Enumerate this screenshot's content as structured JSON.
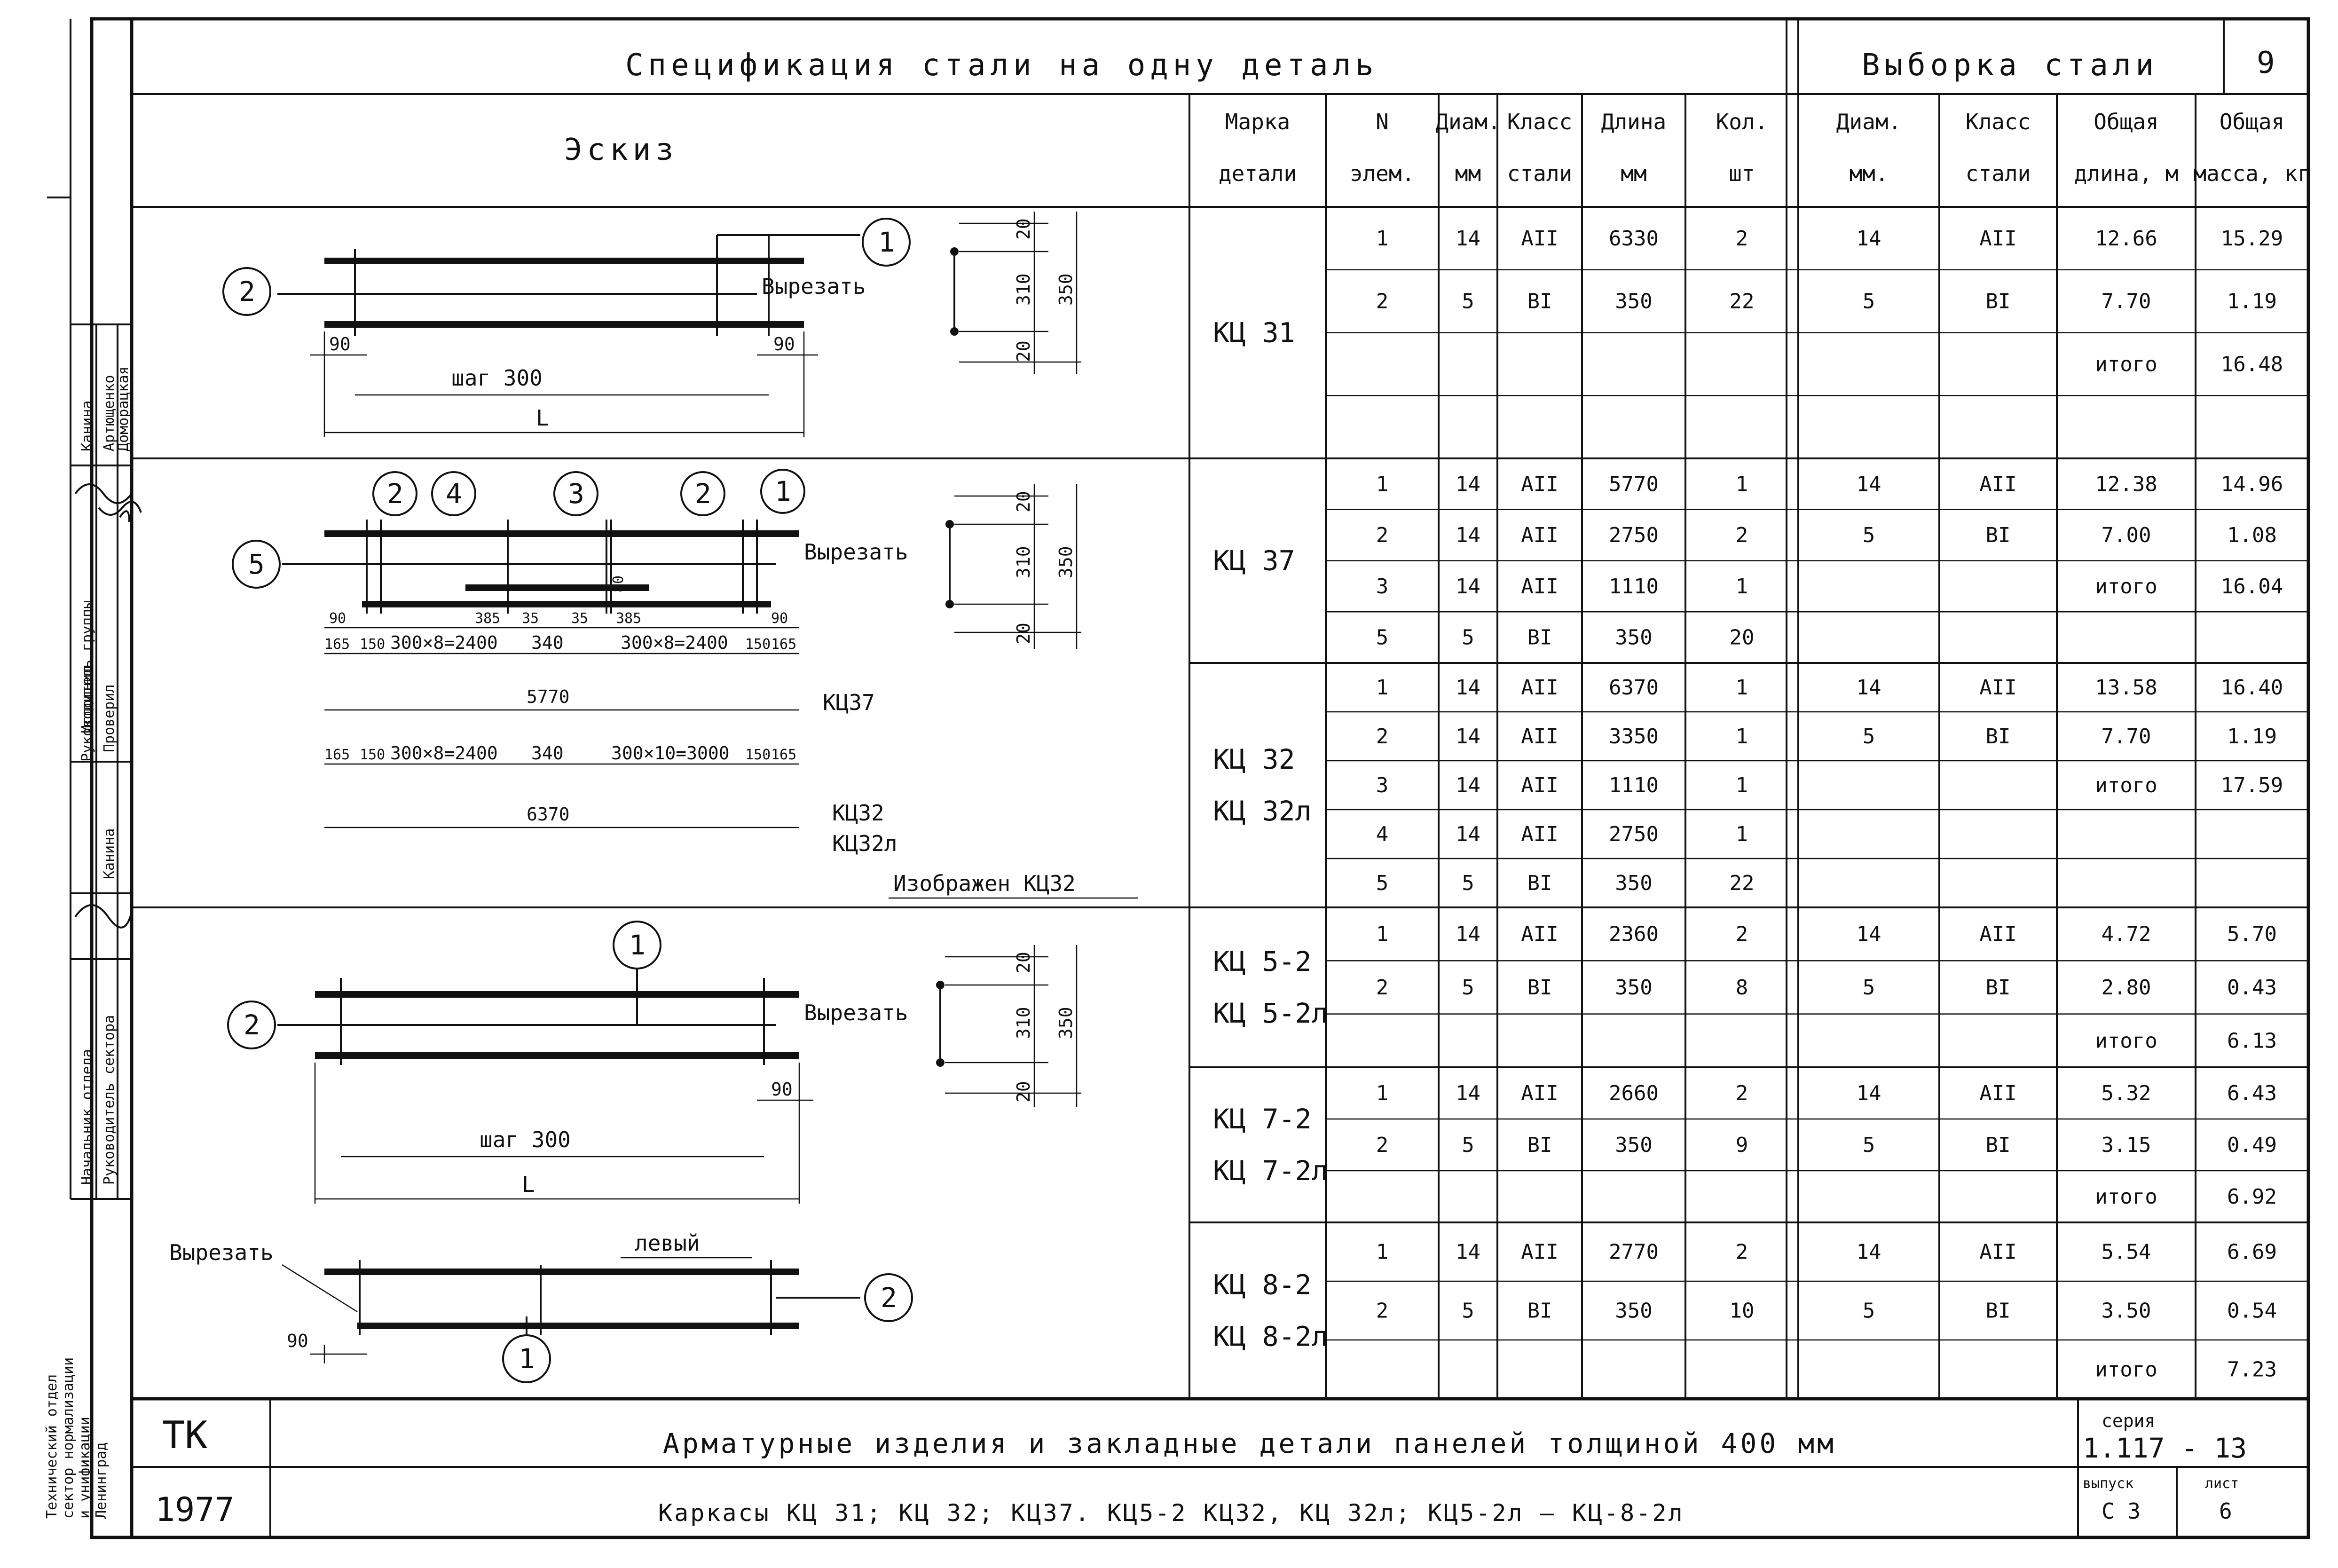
{
  "header": {
    "spec_title": "Спецификация стали на одну деталь",
    "sample_title": "Выборка стали",
    "sheet_corner": "9"
  },
  "table": {
    "sketch_header": "Эскиз",
    "columns": [
      {
        "line1": "Марка",
        "line2": "детали"
      },
      {
        "line1": "N",
        "line2": "элем."
      },
      {
        "line1": "Диам.",
        "line2": "мм"
      },
      {
        "line1": "Класс",
        "line2": "стали"
      },
      {
        "line1": "Длина",
        "line2": "мм"
      },
      {
        "line1": "Кол.",
        "line2": "шт"
      },
      {
        "line1": "Диам.",
        "line2": "мм."
      },
      {
        "line1": "Класс",
        "line2": "стали"
      },
      {
        "line1": "Общая",
        "line2": "длина, м"
      },
      {
        "line1": "Общая",
        "line2": "масса, кг"
      }
    ],
    "groups": [
      {
        "marks": [
          "КЦ 31"
        ],
        "rows": [
          [
            "1",
            "14",
            "AII",
            "6330",
            "2"
          ],
          [
            "2",
            "5",
            "BI",
            "350",
            "22"
          ],
          [
            "",
            "",
            "",
            "",
            ""
          ],
          [
            "",
            "",
            "",
            "",
            ""
          ]
        ],
        "sample": [
          [
            "14",
            "AII",
            "12.66",
            "15.29"
          ],
          [
            "5",
            "BI",
            "7.70",
            "1.19"
          ],
          [
            "",
            "",
            "итого",
            "16.48"
          ],
          [
            "",
            "",
            "",
            ""
          ]
        ]
      },
      {
        "marks": [
          "КЦ 37"
        ],
        "rows": [
          [
            "1",
            "14",
            "AII",
            "5770",
            "1"
          ],
          [
            "2",
            "14",
            "AII",
            "2750",
            "2"
          ],
          [
            "3",
            "14",
            "AII",
            "1110",
            "1"
          ],
          [
            "5",
            "5",
            "BI",
            "350",
            "20"
          ]
        ],
        "sample": [
          [
            "14",
            "AII",
            "12.38",
            "14.96"
          ],
          [
            "5",
            "BI",
            "7.00",
            "1.08"
          ],
          [
            "",
            "",
            "итого",
            "16.04"
          ],
          [
            "",
            "",
            "",
            ""
          ]
        ]
      },
      {
        "marks": [
          "КЦ 32",
          "КЦ 32л"
        ],
        "rows": [
          [
            "1",
            "14",
            "AII",
            "6370",
            "1"
          ],
          [
            "2",
            "14",
            "AII",
            "3350",
            "1"
          ],
          [
            "3",
            "14",
            "AII",
            "1110",
            "1"
          ],
          [
            "4",
            "14",
            "AII",
            "2750",
            "1"
          ],
          [
            "5",
            "5",
            "BI",
            "350",
            "22"
          ]
        ],
        "sample": [
          [
            "14",
            "AII",
            "13.58",
            "16.40"
          ],
          [
            "5",
            "BI",
            "7.70",
            "1.19"
          ],
          [
            "",
            "",
            "итого",
            "17.59"
          ],
          [
            "",
            "",
            "",
            ""
          ],
          [
            "",
            "",
            "",
            ""
          ]
        ]
      },
      {
        "marks": [
          "КЦ 5-2",
          "КЦ 5-2л"
        ],
        "rows": [
          [
            "1",
            "14",
            "AII",
            "2360",
            "2"
          ],
          [
            "2",
            "5",
            "BI",
            "350",
            "8"
          ],
          [
            "",
            "",
            "",
            "",
            ""
          ]
        ],
        "sample": [
          [
            "14",
            "AII",
            "4.72",
            "5.70"
          ],
          [
            "5",
            "BI",
            "2.80",
            "0.43"
          ],
          [
            "",
            "",
            "итого",
            "6.13"
          ]
        ]
      },
      {
        "marks": [
          "КЦ 7-2",
          "КЦ 7-2л"
        ],
        "rows": [
          [
            "1",
            "14",
            "AII",
            "2660",
            "2"
          ],
          [
            "2",
            "5",
            "BI",
            "350",
            "9"
          ],
          [
            "",
            "",
            "",
            "",
            ""
          ]
        ],
        "sample": [
          [
            "14",
            "AII",
            "5.32",
            "6.43"
          ],
          [
            "5",
            "BI",
            "3.15",
            "0.49"
          ],
          [
            "",
            "",
            "итого",
            "6.92"
          ]
        ]
      },
      {
        "marks": [
          "КЦ 8-2",
          "КЦ 8-2л"
        ],
        "rows": [
          [
            "1",
            "14",
            "AII",
            "2770",
            "2"
          ],
          [
            "2",
            "5",
            "BI",
            "350",
            "10"
          ],
          [
            "",
            "",
            "",
            "",
            ""
          ]
        ],
        "sample": [
          [
            "14",
            "AII",
            "5.54",
            "6.69"
          ],
          [
            "5",
            "BI",
            "3.50",
            "0.54"
          ],
          [
            "",
            "",
            "итого",
            "7.23"
          ]
        ]
      }
    ]
  },
  "sketches": {
    "cut_label": "Вырезать",
    "pitch_300": "шаг 300",
    "length_symbol": "L",
    "left_label": "левый",
    "shown_label": "Изображен КЦ32",
    "bubbles": [
      "1",
      "2",
      "3",
      "4",
      "5"
    ],
    "dims": {
      "d90": "90",
      "d20": "20",
      "d310": "310",
      "d350": "350",
      "d165": "165",
      "d150": "150",
      "d385": "385",
      "d35": "35",
      "d340": "340",
      "d80": "80",
      "d300x8": "300×8=2400",
      "d300x10": "300×10=3000",
      "d5770": "5770",
      "d6370": "6370"
    },
    "tags": {
      "k37": "КЦ37",
      "k32": "КЦ32",
      "k32l": "КЦ32л"
    }
  },
  "sidebar": {
    "roles": [
      "Руководитель группы",
      "Исполнил",
      "Проверил",
      "Начальник отдела",
      "Руководитель сектора"
    ],
    "names": [
      "Канина",
      "Артющенко",
      "Доморацкая",
      "Канина"
    ],
    "org": [
      "Технический отдел",
      "сектор нормализации",
      "и унификации",
      "Ленинград"
    ]
  },
  "titleblock": {
    "org_code": "ТК",
    "year": "1977",
    "main_title": "Арматурные изделия и закладные детали панелей толщиной 400 мм",
    "subtitle": "Каркасы КЦ 31; КЦ 32; КЦ37. КЦ5-2  КЦ32, КЦ 32л; КЦ5-2л — КЦ-8-2л",
    "series_label": "серия",
    "series_value": "1.117 - 13",
    "issue_label": "выпуск",
    "issue_value": "С 3",
    "sheet_label": "лист",
    "sheet_value": "6"
  }
}
